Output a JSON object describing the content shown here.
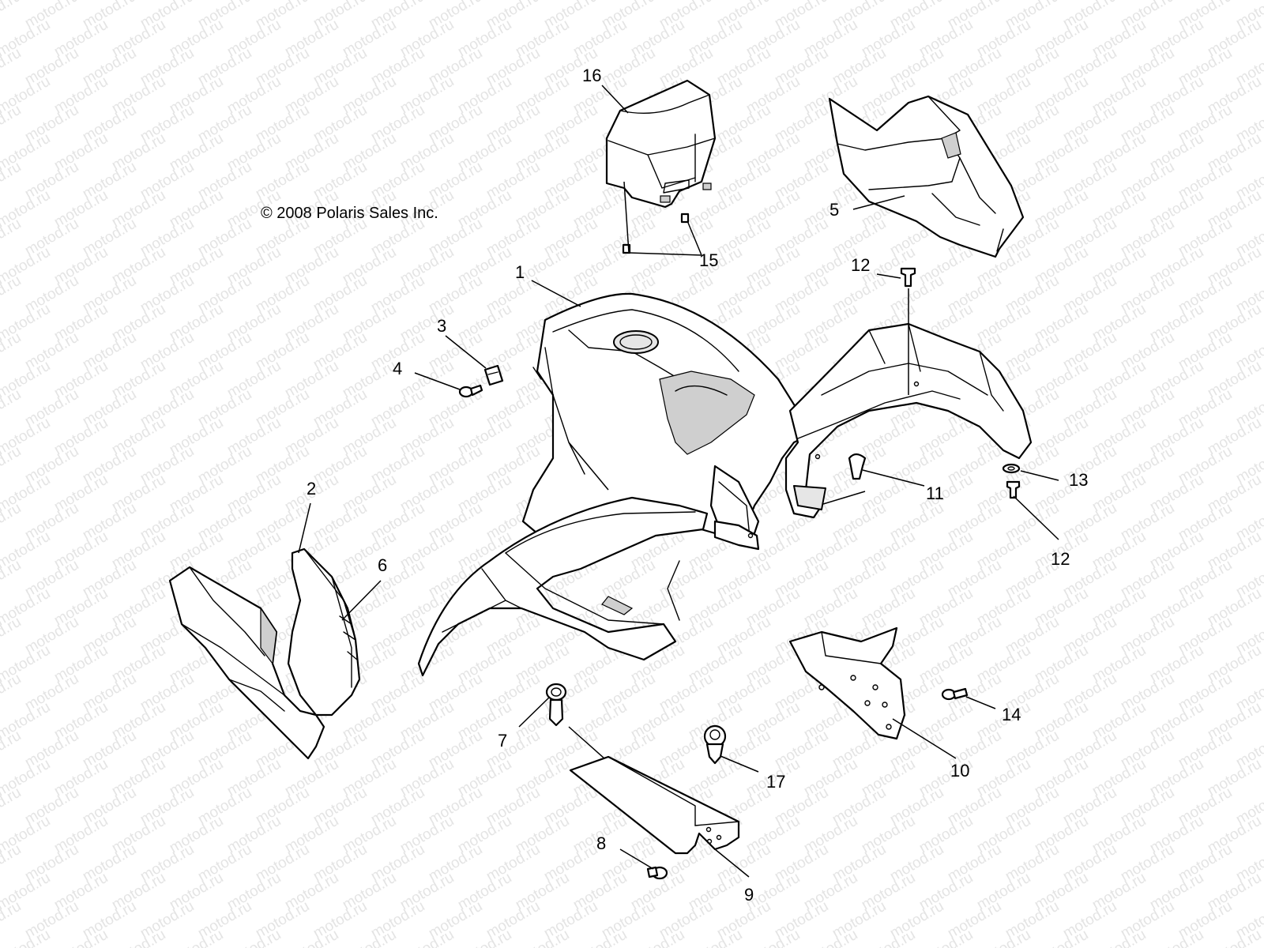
{
  "copyright": "© 2008 Polaris Sales Inc.",
  "watermark": "motod.ru",
  "colors": {
    "line": "#000000",
    "watermark": "#e4e4e4",
    "background": "#ffffff"
  },
  "callouts": [
    {
      "id": "1",
      "label": "1"
    },
    {
      "id": "2",
      "label": "2"
    },
    {
      "id": "3",
      "label": "3"
    },
    {
      "id": "4",
      "label": "4"
    },
    {
      "id": "5",
      "label": "5"
    },
    {
      "id": "6",
      "label": "6"
    },
    {
      "id": "7",
      "label": "7"
    },
    {
      "id": "8",
      "label": "8"
    },
    {
      "id": "9",
      "label": "9"
    },
    {
      "id": "10",
      "label": "10"
    },
    {
      "id": "11",
      "label": "11"
    },
    {
      "id": "12a",
      "label": "12"
    },
    {
      "id": "12b",
      "label": "12"
    },
    {
      "id": "13",
      "label": "13"
    },
    {
      "id": "14",
      "label": "14"
    },
    {
      "id": "15",
      "label": "15"
    },
    {
      "id": "16",
      "label": "16"
    },
    {
      "id": "17",
      "label": "17"
    }
  ]
}
